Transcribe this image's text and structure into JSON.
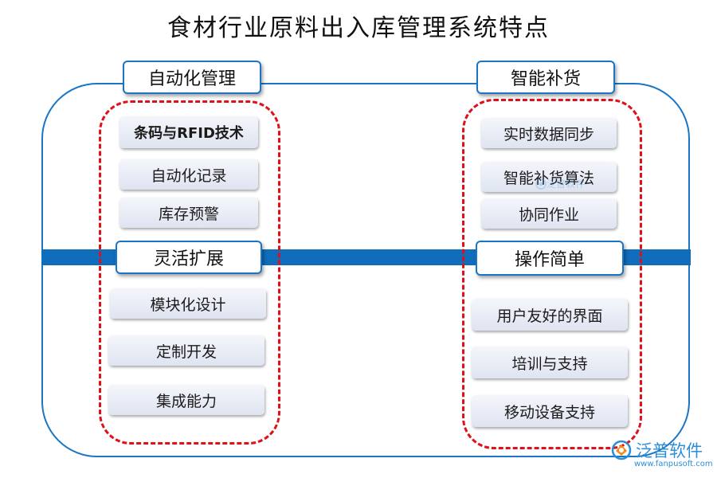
{
  "title": "食材行业原料出入库管理系统特点",
  "left": {
    "top_group": {
      "header": "自动化管理",
      "items": [
        "条码与RFID技术",
        "自动化记录",
        "库存预警"
      ]
    },
    "bottom_group": {
      "header": "灵活扩展",
      "items": [
        "模块化设计",
        "定制开发",
        "集成能力"
      ]
    }
  },
  "right": {
    "top_group": {
      "header": "智能补货",
      "items": [
        "实时数据同步",
        "智能补货算法",
        "协同作业"
      ]
    },
    "bottom_group": {
      "header": "操作简单",
      "items": [
        "用户友好的界面",
        "培训与支持",
        "移动设备支持"
      ]
    }
  },
  "logo": {
    "text": "泛普软件",
    "url": "www.fanpusoft.com",
    "icon": "fanpu-logo-icon"
  },
  "colors": {
    "frame": "#1a76c4",
    "dash": "#e0101a",
    "logo": "#2a8fd8"
  }
}
